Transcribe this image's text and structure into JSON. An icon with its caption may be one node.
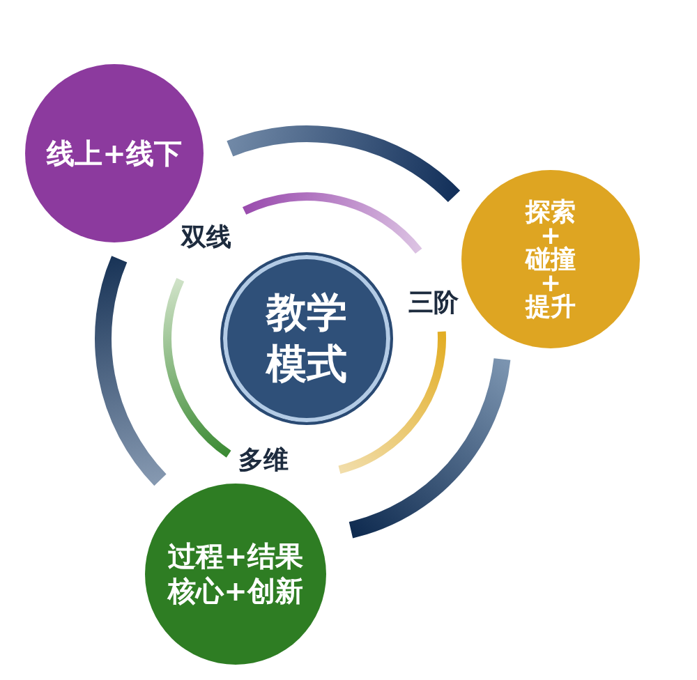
{
  "diagram": {
    "nodes": [
      {
        "text": [
          "线上+线下"
        ]
      },
      {
        "text": [
          "探索+碰撞+提升"
        ]
      },
      {
        "text": [
          "教学模式"
        ]
      },
      {
        "text": [
          "过程+结果",
          "核心+创新"
        ]
      }
    ],
    "labels": [
      "双线",
      "三阶",
      "多维"
    ]
  }
}
